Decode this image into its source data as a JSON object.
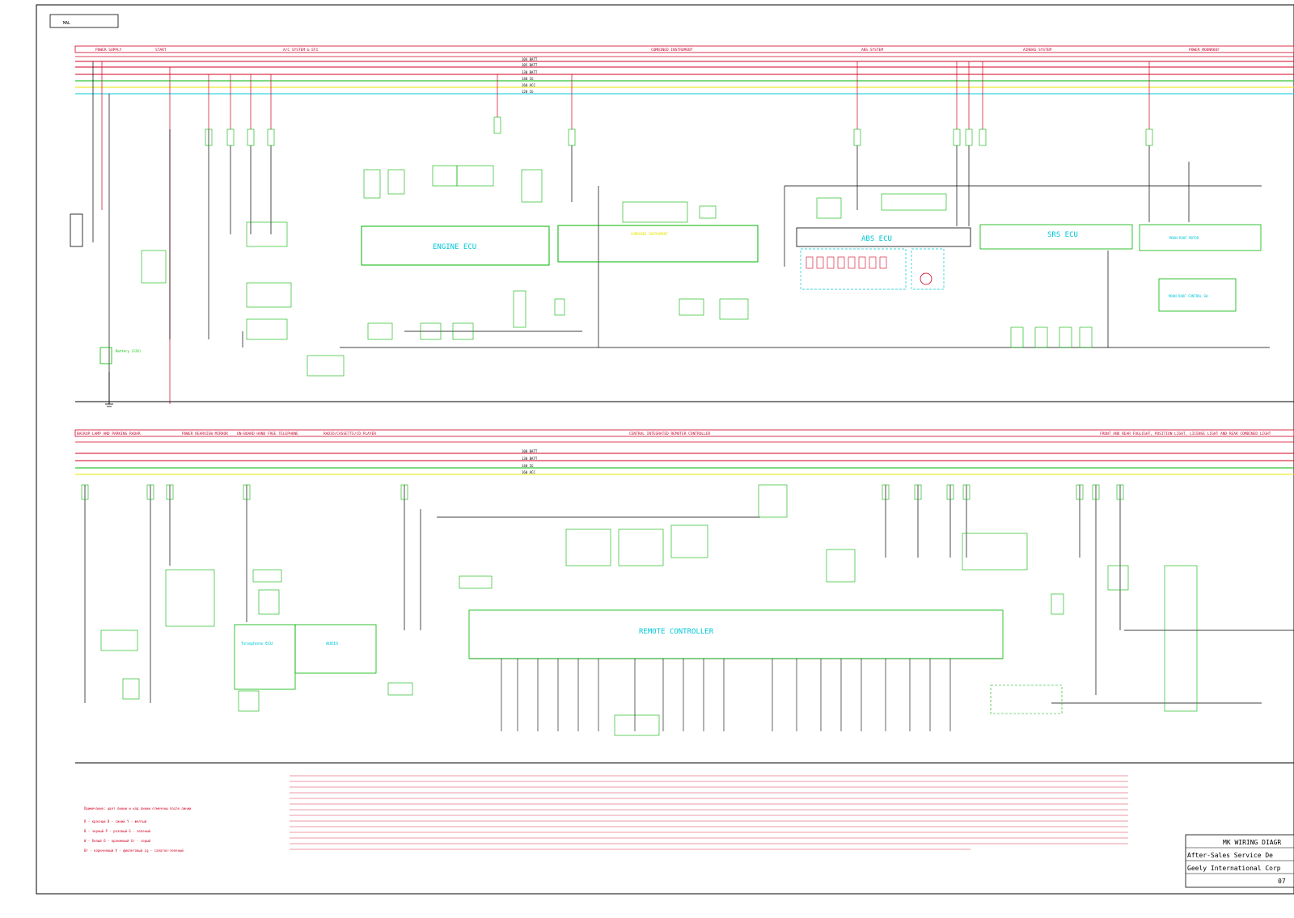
{
  "sheet": {
    "tag": "MAL",
    "title": "MK WIRING DIAGR",
    "dept": "After-Sales Service De",
    "company": "Geely International Corp",
    "number": "07"
  },
  "top_sections": [
    "POWER SUPPLY",
    "START",
    "A/C SYSTEM & EFI",
    "COMBINED INSTRUMENT",
    "ABS SYSTEM",
    "AIRBAG SYSTEM",
    "POWER MOONROOF"
  ],
  "bottom_sections": [
    "BACKUP LAMP AND PARKING RADAR",
    "POWER REARVIEW MIRROR",
    "ON-BOARD HAND FREE TELEPHONE",
    "RADIO/CASSETTE/CD PLAYER",
    "CENTRAL INTEGRATED REMOTER CONTROLLER",
    "FRONT AND REAR FOGLIGHT, POSITION LIGHT, LICENSE LIGHT AND REAR COMBINED LIGHT"
  ],
  "modules": {
    "engine_ecu": "ENGINE ECU",
    "abs_ecu": "ABS  ECU",
    "srs_ecu": "SRS ECU",
    "moon_motor": "MOON ROOF MOTOR",
    "moon_control": "MOON ROOF CONTROL SW",
    "remote": "REMOTE CONTROLLER",
    "telephone": "Telephone ECU",
    "audio": "AUDIO",
    "battery": "Battery (12V)",
    "combined": "COMBINED INSTRUMENT"
  },
  "legend_title": "Примечание: цвет линии и код линии отмечены после линии",
  "legend_rows": [
    "R - красный    B - синий    Y - желтый",
    "B - черный    P - розовый    G - зеленый",
    "W - белый    O - оранжевый    Gr - серый",
    "Br - коричневый    V - фиолетовый    Lg - салатно-зеленый"
  ],
  "bus_labels_top": [
    "104 BATT",
    "105 BATT",
    "130 BATT",
    "140 IG",
    "160 ACC",
    "120 IG"
  ],
  "bus_labels_bottom": [
    "100 BATT",
    "130 BATT",
    "140 IG",
    "160 ACC"
  ],
  "colors": {
    "red": "#d00020",
    "green": "#00b400",
    "cyan": "#00c8d8",
    "yellow": "#e6e600",
    "black": "#000000"
  }
}
